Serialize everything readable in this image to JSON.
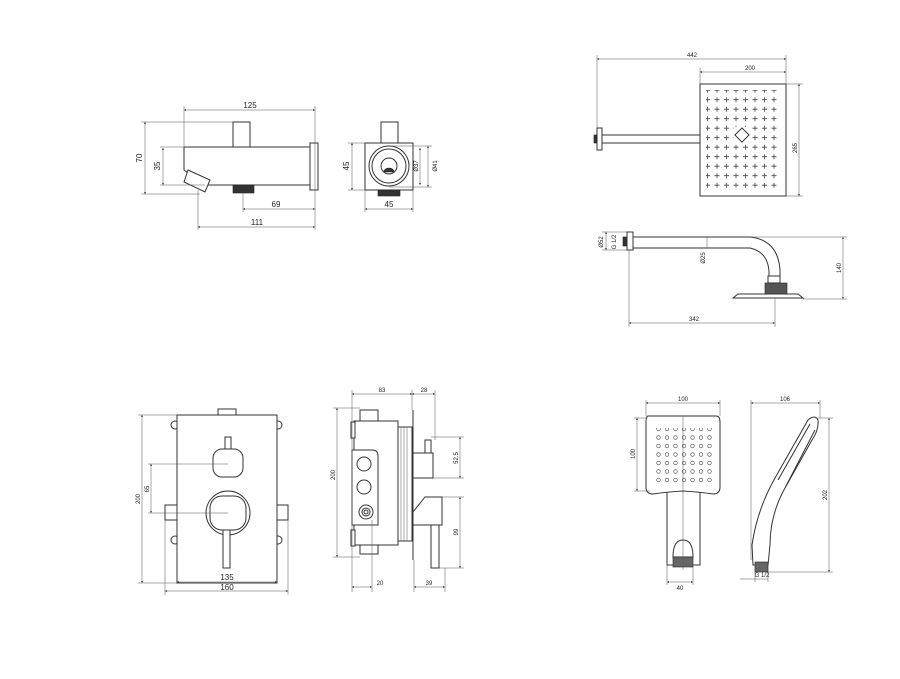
{
  "bath_spout": {
    "side_view": {
      "overall_length": "125",
      "height": "70",
      "body_height": "35",
      "outlet_offset": "69",
      "projection": "111"
    },
    "front_view": {
      "width": "45",
      "height": "45",
      "inner_diameter": "Ø37",
      "outer_diameter": "Ø41"
    }
  },
  "overhead_shower": {
    "top_view": {
      "total_length": "442",
      "head_width": "200",
      "head_length": "265"
    },
    "side_view": {
      "flange_diameter": "Ø52",
      "thread": "G 1/2",
      "arm_diameter": "Ø25",
      "drop_height": "140",
      "arm_projection": "342"
    }
  },
  "concealed_mixer": {
    "front_view": {
      "height": "200",
      "handle_spacing": "65",
      "inner_width": "135",
      "outer_width": "160"
    },
    "side_view": {
      "body_depth": "83",
      "trim_depth": "28",
      "height": "200",
      "upper_handle_offset": "52.5",
      "lever_offset": "99",
      "rear_offset": "20",
      "lever_depth": "39"
    }
  },
  "hand_shower": {
    "front_view": {
      "head_width": "100",
      "head_height": "100",
      "handle_width": "40"
    },
    "side_view": {
      "depth": "106",
      "length": "202",
      "thread": "G 1/2"
    }
  }
}
